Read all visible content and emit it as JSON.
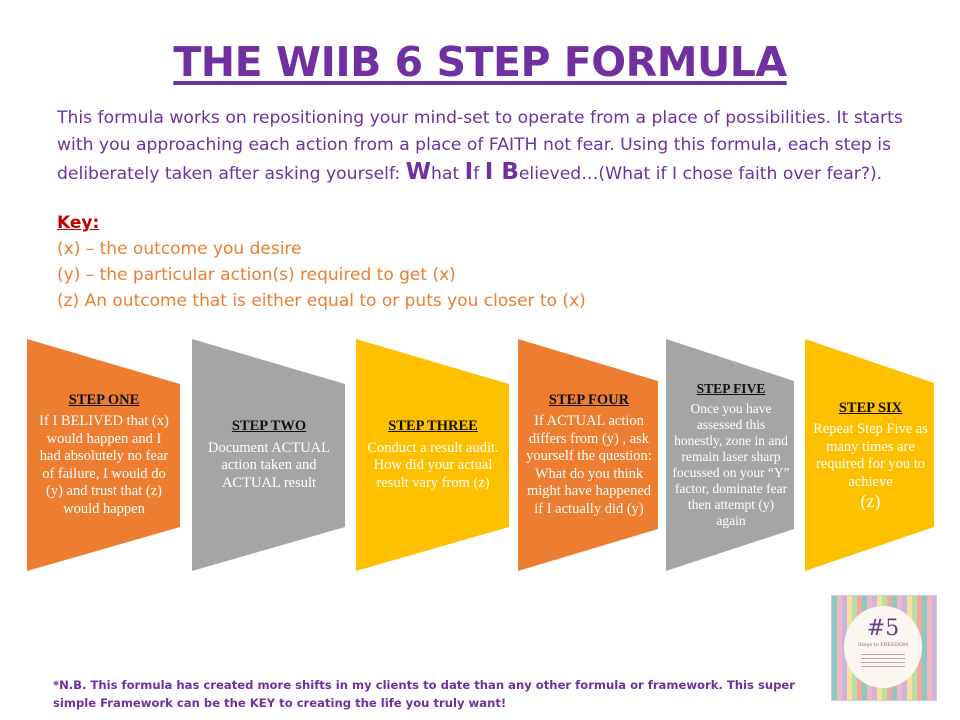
{
  "title": "THE WIIB 6 STEP FORMULA",
  "intro": {
    "part1": "This formula works on repositioning your mind-set to operate from a place of possibilities. It starts with you approaching each action from a place of FAITH not fear. Using this formula, each step is deliberately taken after asking yourself: ",
    "w_big": "W",
    "w_rest": "hat ",
    "i_big": "I",
    "i_rest": "f ",
    "ii_big": "I ",
    "b_big": "B",
    "b_rest": "elieved…(What if I chose faith over fear?)."
  },
  "key": {
    "label": "Key:",
    "items": [
      "(x) – the outcome you desire",
      "(y) – the particular action(s) required to get (x)",
      "(z) An outcome that is either equal to or puts you closer to (x)"
    ]
  },
  "steps": [
    {
      "title": "STEP ONE",
      "body": "If I BELIVED that (x) would happen and I had absolutely no fear of failure,  I would do (y) and trust that (z) would happen"
    },
    {
      "title": "STEP TWO",
      "body": "Document ACTUAL action taken and ACTUAL result"
    },
    {
      "title": "STEP THREE",
      "body": "Conduct a result audit. How did your actual result vary from (z)"
    },
    {
      "title": "STEP FOUR",
      "body": "If ACTUAL action differs from (y) , ask yourself the question: What do you think might have happened if I actually did (y)"
    },
    {
      "title": "STEP FIVE",
      "body": "Once you have assessed this honestly, zone in and remain laser sharp focussed on your “Y” factor, dominate fear then attempt (y) again"
    },
    {
      "title": "STEP SIX",
      "body": "Repeat Step Five as many times are required for you to achieve",
      "tail": "(z)"
    }
  ],
  "colors": {
    "orange": "#ed7d31",
    "gray": "#a5a5a5",
    "yellow": "#ffc000",
    "purple": "#7030a0",
    "red": "#c00000"
  },
  "badge": {
    "number": "#5",
    "subtitle": "Steps to FREEDOM"
  },
  "footer": "*N.B. This formula has created more shifts in my clients to date than any other formula or framework. This super simple Framework can be the KEY to creating the life you truly want!"
}
